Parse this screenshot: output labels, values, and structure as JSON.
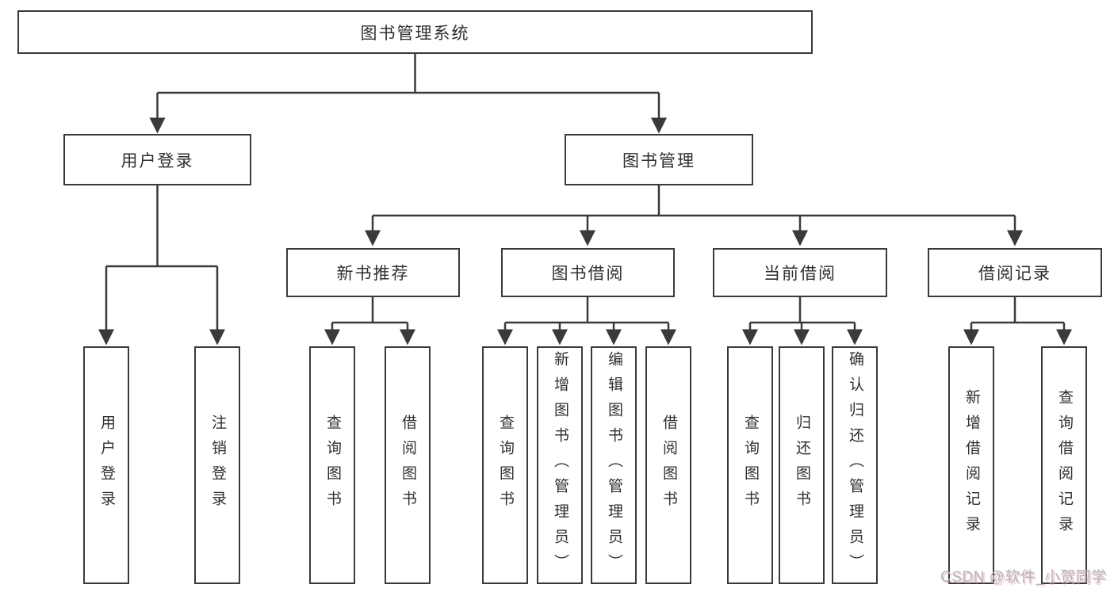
{
  "diagram": {
    "root": {
      "label": "图书管理系统"
    },
    "branches": [
      {
        "label": "用户登录",
        "leaves": [
          {
            "label": "用户登录"
          },
          {
            "label": "注销登录"
          }
        ]
      },
      {
        "label": "图书管理",
        "groups": [
          {
            "label": "新书推荐",
            "leaves": [
              {
                "label": "查询图书"
              },
              {
                "label": "借阅图书"
              }
            ]
          },
          {
            "label": "图书借阅",
            "leaves": [
              {
                "label": "查询图书"
              },
              {
                "label": "新增图书（管理员）"
              },
              {
                "label": "编辑图书（管理员）"
              },
              {
                "label": "借阅图书"
              }
            ]
          },
          {
            "label": "当前借阅",
            "leaves": [
              {
                "label": "查询图书"
              },
              {
                "label": "归还图书"
              },
              {
                "label": "确认归还（管理员）"
              }
            ]
          },
          {
            "label": "借阅记录",
            "leaves": [
              {
                "label": "新增借阅记录"
              },
              {
                "label": "查询借阅记录"
              }
            ]
          }
        ]
      }
    ]
  },
  "watermark": {
    "text": "CSDN @软件_小贺同学"
  },
  "colors": {
    "background": "#ffffff",
    "line": "#3a3a3a",
    "box_border": "#3a3a3a",
    "text": "#2f2f2f",
    "watermark": "#b5b5b5",
    "watermark_shadow": "#e49cac"
  }
}
